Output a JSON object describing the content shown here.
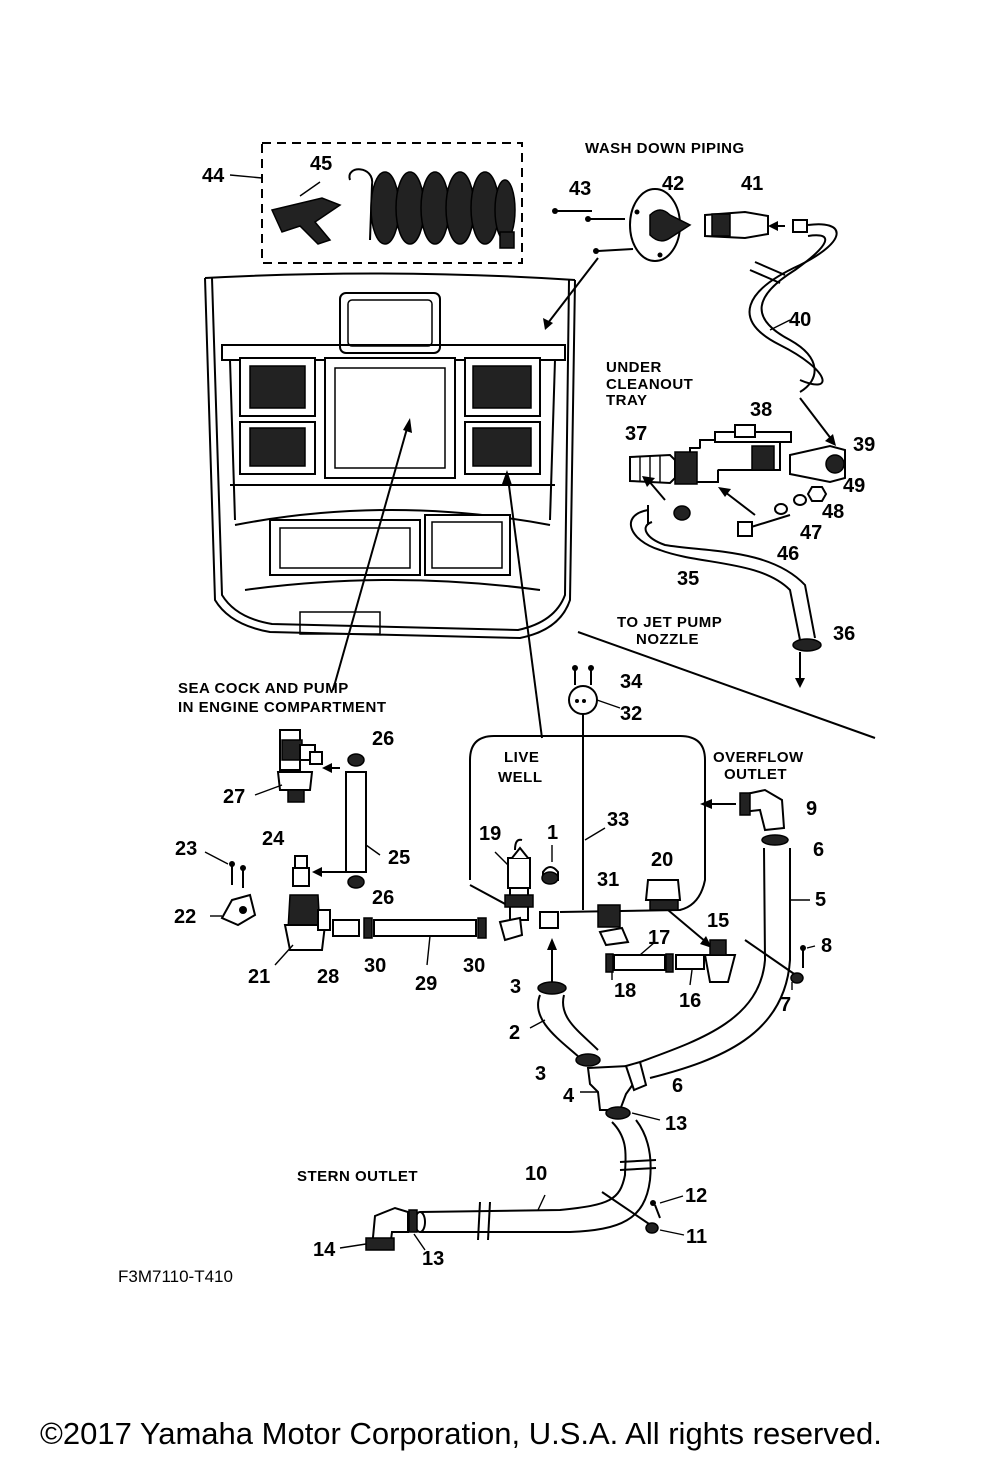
{
  "section_labels": {
    "wash_down": "WASH DOWN PIPING",
    "under_cleanout_1": "UNDER",
    "under_cleanout_2": "CLEANOUT",
    "under_cleanout_3": "TRAY",
    "jet_pump_1": "TO JET PUMP",
    "jet_pump_2": "NOZZLE",
    "sea_cock_1": "SEA COCK AND PUMP",
    "sea_cock_2": "IN ENGINE COMPARTMENT",
    "live_well_1": "LIVE",
    "live_well_2": "WELL",
    "overflow_1": "OVERFLOW",
    "overflow_2": "OUTLET",
    "stern_outlet": "STERN OUTLET"
  },
  "callouts": {
    "p1": "1",
    "p2": "2",
    "p3a": "3",
    "p3b": "3",
    "p4": "4",
    "p5": "5",
    "p6a": "6",
    "p6b": "6",
    "p7": "7",
    "p8": "8",
    "p9": "9",
    "p10": "10",
    "p11": "11",
    "p12": "12",
    "p13a": "13",
    "p13b": "13",
    "p14": "14",
    "p15": "15",
    "p16": "16",
    "p17": "17",
    "p18": "18",
    "p19": "19",
    "p20": "20",
    "p21": "21",
    "p22": "22",
    "p23": "23",
    "p24": "24",
    "p25": "25",
    "p26a": "26",
    "p26b": "26",
    "p27": "27",
    "p28": "28",
    "p29": "29",
    "p30a": "30",
    "p30b": "30",
    "p31": "31",
    "p32": "32",
    "p33": "33",
    "p34": "34",
    "p35": "35",
    "p36": "36",
    "p37": "37",
    "p38": "38",
    "p39": "39",
    "p40": "40",
    "p41": "41",
    "p42": "42",
    "p43": "43",
    "p44": "44",
    "p45": "45",
    "p46": "46",
    "p47": "47",
    "p48": "48",
    "p49": "49"
  },
  "figure_code": "F3M7110-T410",
  "copyright": "©2017 Yamaha Motor Corporation, U.S.A. All rights reserved."
}
